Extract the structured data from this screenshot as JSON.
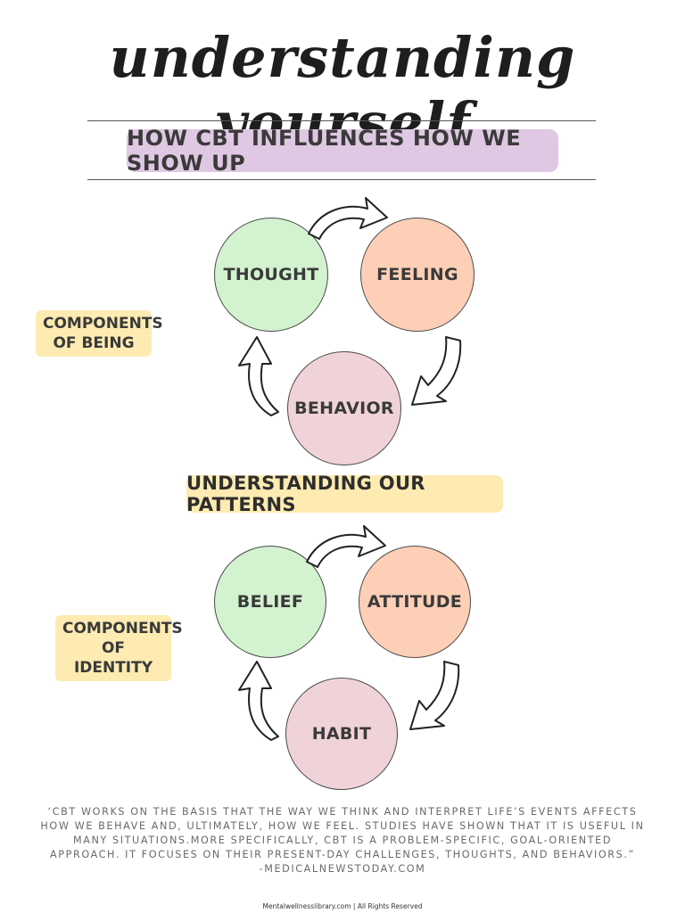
{
  "title": "understanding yourself",
  "subtitle": "HOW CBT INFLUENCES HOW WE SHOW UP",
  "cycle1": {
    "label_line1": "COMPONENTS",
    "label_line2": "OF BEING",
    "nodes": [
      "THOUGHT",
      "FEELING",
      "BEHAVIOR"
    ]
  },
  "section_heading": "UNDERSTANDING OUR PATTERNS",
  "cycle2": {
    "label_line1": "COMPONENTS",
    "label_line2": "OF IDENTITY",
    "nodes": [
      "BELIEF",
      "ATTITUDE",
      "HABIT"
    ]
  },
  "quote": {
    "text": "‘CBT WORKS ON THE BASIS THAT THE WAY WE THINK AND INTERPRET LIFE’S EVENTS AFFECTS HOW WE BEHAVE AND, ULTIMATELY, HOW WE FEEL. STUDIES HAVE SHOWN THAT IT IS USEFUL IN MANY SITUATIONS.MORE SPECIFICALLY, CBT IS A PROBLEM-SPECIFIC, GOAL-ORIENTED APPROACH. IT FOCUSES ON THEIR PRESENT-DAY CHALLENGES, THOUGHTS, AND BEHAVIORS.”",
    "source": "-MEDICALNEWSTODAY.COM"
  },
  "footer": "Mentalwellnesslibrary.com | All Rights Reserved",
  "colors": {
    "subtitle_bg": "#dfc8e3",
    "tag_bg": "#fdebb1",
    "green": "#d3f2cf",
    "peach": "#fecfb7",
    "pink": "#f0d3d8"
  },
  "icons": [
    "curved-arrow-right-icon",
    "curved-arrow-down-icon",
    "curved-arrow-up-icon"
  ]
}
